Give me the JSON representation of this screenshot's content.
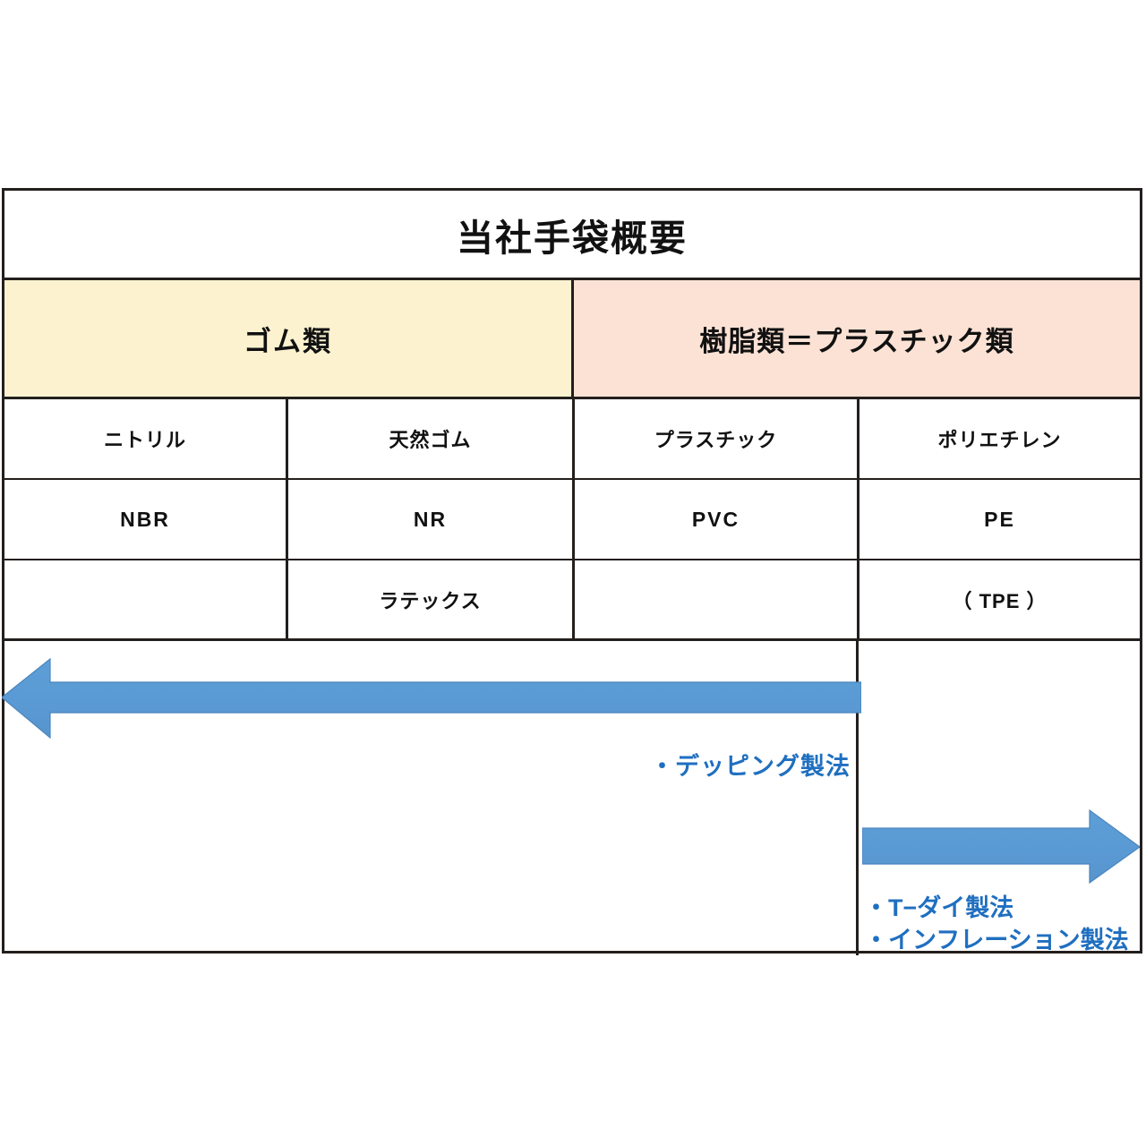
{
  "title": "当社手袋概要",
  "categories": [
    {
      "label": "ゴム類",
      "color": "#FDF2D0"
    },
    {
      "label": "樹脂類＝プラスチック類",
      "color": "#FCE2D5"
    }
  ],
  "columns": [
    {
      "material": "ニトリル",
      "abbrev": "NBR",
      "extra": ""
    },
    {
      "material": "天然ゴム",
      "abbrev": "NR",
      "extra": "ラテックス"
    },
    {
      "material": "プラスチック",
      "abbrev": "PVC",
      "extra": ""
    },
    {
      "material": "ポリエチレン",
      "abbrev": "PE",
      "extra": "（ TPE ）"
    }
  ],
  "arrows": {
    "left": {
      "direction": "left",
      "color": "#5B9BD5",
      "name": "dipping-process-arrow"
    },
    "right": {
      "direction": "right",
      "color": "#5B9BD5",
      "name": "extrusion-process-arrow"
    }
  },
  "annotations": {
    "dipping": "・デッピング製法",
    "t_die": "・T−ダイ製法",
    "inflation": "・インフレーション製法",
    "text_color": "#1F6FC0"
  }
}
